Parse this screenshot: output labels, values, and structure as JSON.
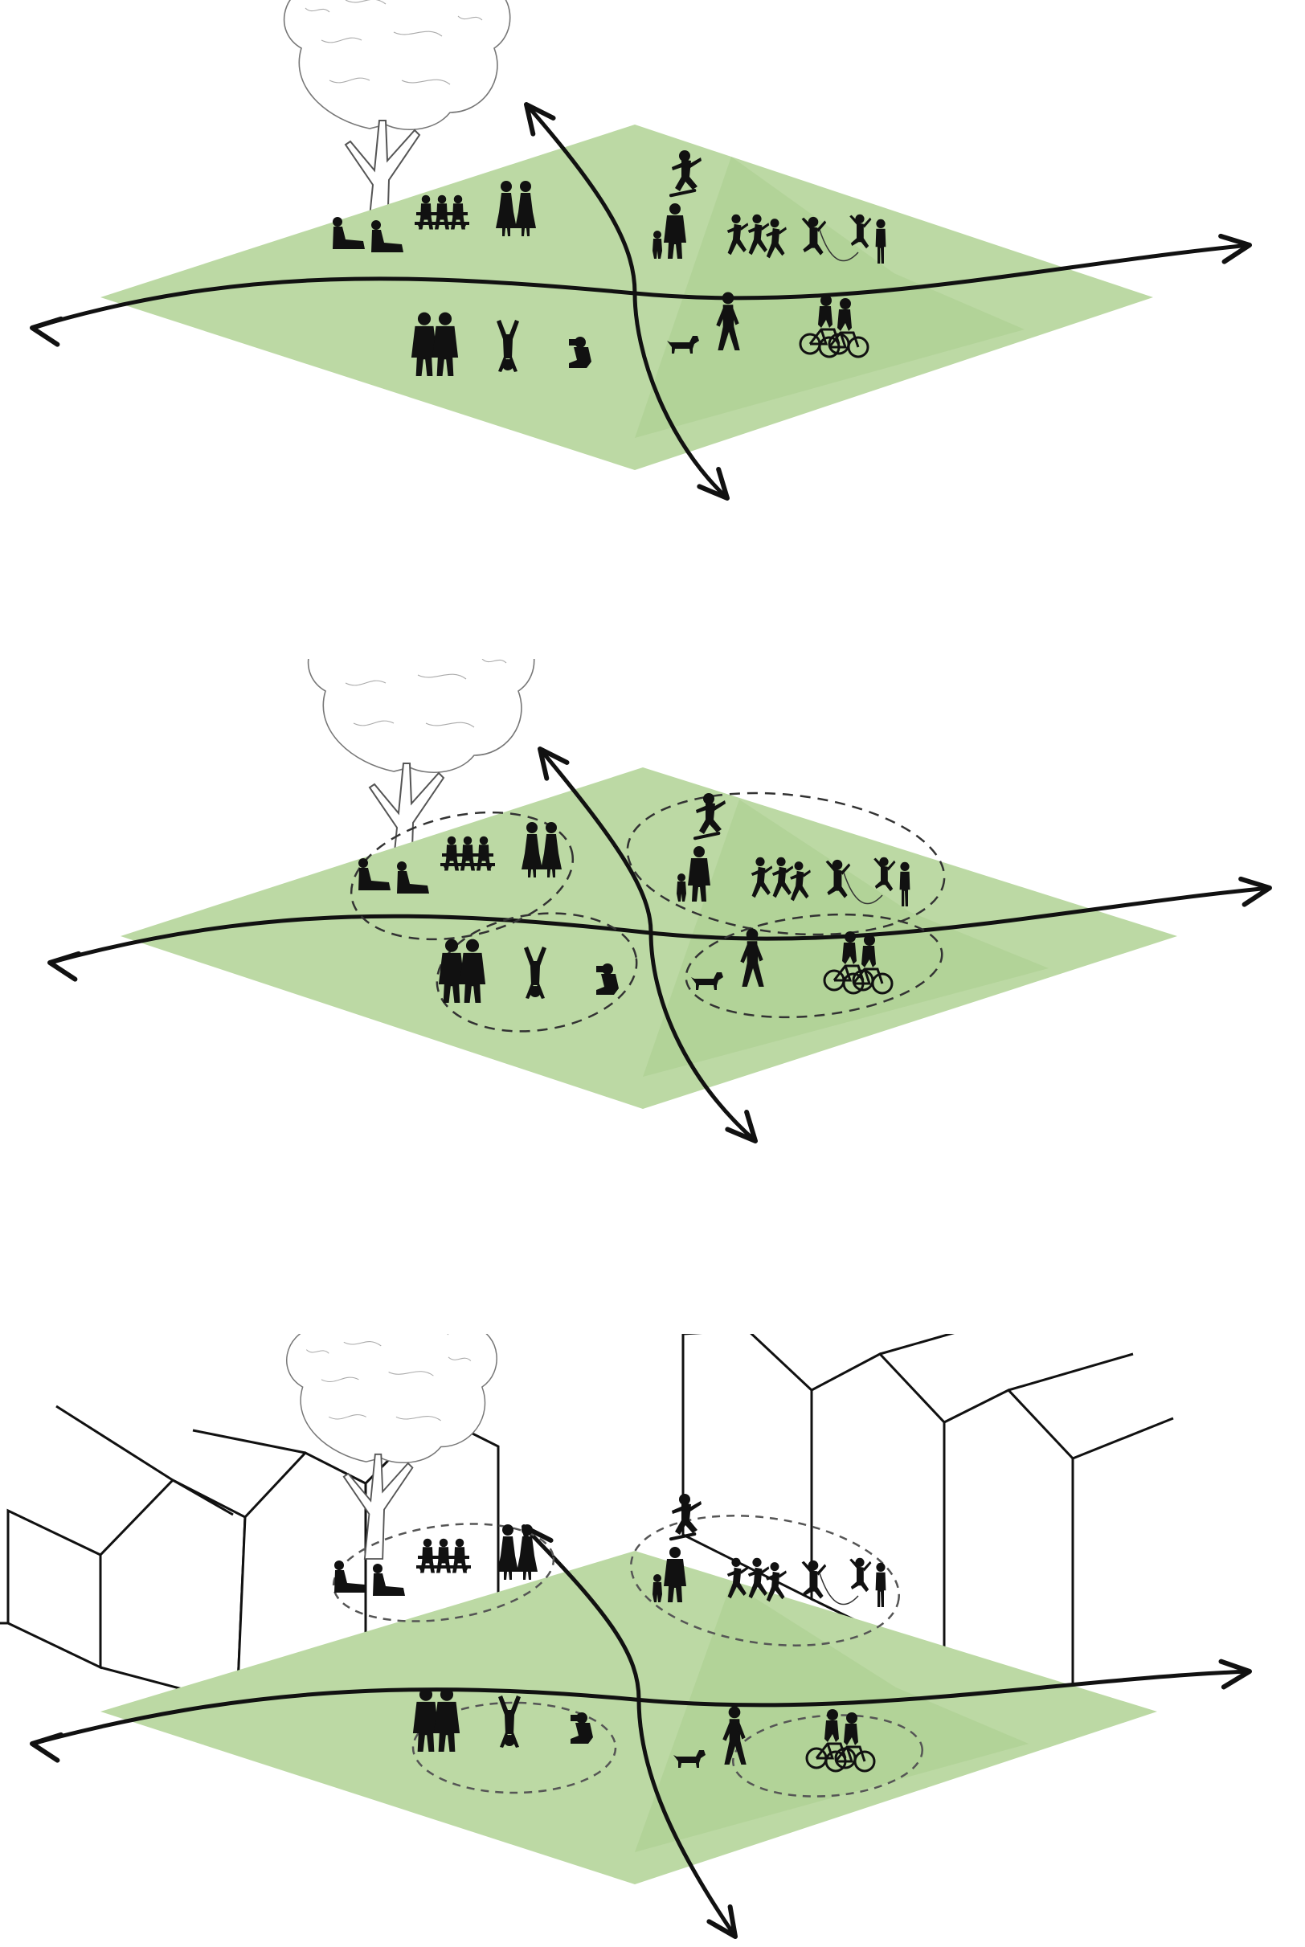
{
  "diagram": {
    "panels": [
      {
        "id": "panel-1",
        "clusters_outlined": false,
        "houses": false
      },
      {
        "id": "panel-2",
        "clusters_outlined": true,
        "houses": false
      },
      {
        "id": "panel-3",
        "clusters_outlined": true,
        "houses": true
      }
    ],
    "colors": {
      "lawn": "#bcd9a4",
      "path": "#111111",
      "figures": "#111111",
      "tree_outline": "#777777"
    },
    "icons": {
      "tree": "tree-icon",
      "path_arrow": "arrow-icon",
      "house": "house-icon",
      "people": "person-silhouette-icon",
      "bicycle": "bicycle-icon",
      "dog": "dog-icon",
      "bench": "bench-icon"
    }
  }
}
